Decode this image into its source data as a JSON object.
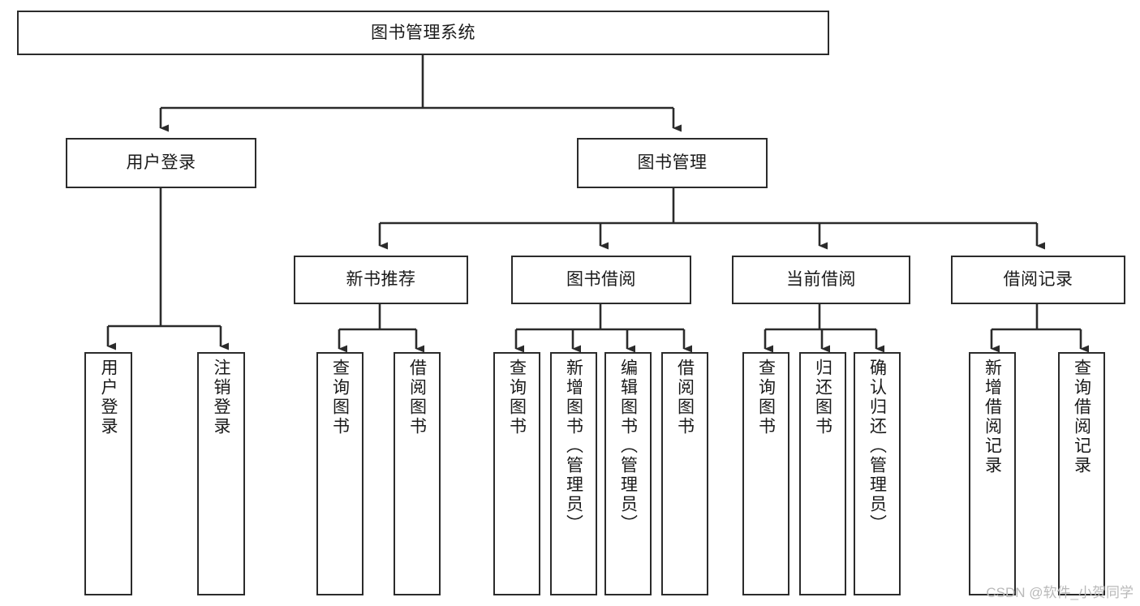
{
  "diagram": {
    "type": "tree-hierarchy-chart",
    "title": "图书管理系统",
    "watermark": "CSDN @软件_小贺同学",
    "colors": {
      "box_border": "#2b2b2b",
      "box_fill": "#ffffff",
      "connector": "#2b2b2b",
      "text": "#1a1a1a",
      "watermark": "#b9b9b9"
    },
    "nodes": {
      "root": {
        "label": "图书管理系统"
      },
      "level2": [
        {
          "id": "user-login",
          "label": "用户登录"
        },
        {
          "id": "book-management",
          "label": "图书管理"
        }
      ],
      "level3": [
        {
          "id": "new-book-recommend",
          "label": "新书推荐"
        },
        {
          "id": "book-borrow",
          "label": "图书借阅"
        },
        {
          "id": "current-borrow",
          "label": "当前借阅"
        },
        {
          "id": "borrow-record",
          "label": "借阅记录"
        }
      ],
      "leaves": {
        "user_login": [
          {
            "id": "leaf-user-login",
            "label": "用户登录"
          },
          {
            "id": "leaf-logout-login",
            "label": "注销登录"
          }
        ],
        "new_book_recommend": [
          {
            "id": "leaf-query-book-1",
            "label": "查询图书"
          },
          {
            "id": "leaf-borrow-book-1",
            "label": "借阅图书"
          }
        ],
        "book_borrow": [
          {
            "id": "leaf-query-book-2",
            "label": "查询图书"
          },
          {
            "id": "leaf-add-book",
            "label": "新增图书（管理员）"
          },
          {
            "id": "leaf-edit-book",
            "label": "编辑图书（管理员）"
          },
          {
            "id": "leaf-borrow-book-2",
            "label": "借阅图书"
          }
        ],
        "current_borrow": [
          {
            "id": "leaf-query-book-3",
            "label": "查询图书"
          },
          {
            "id": "leaf-return-book",
            "label": "归还图书"
          },
          {
            "id": "leaf-confirm-return",
            "label": "确认归还（管理员）"
          }
        ],
        "borrow_record": [
          {
            "id": "leaf-add-record",
            "label": "新增借阅记录"
          },
          {
            "id": "leaf-query-record",
            "label": "查询借阅记录"
          }
        ]
      }
    }
  }
}
